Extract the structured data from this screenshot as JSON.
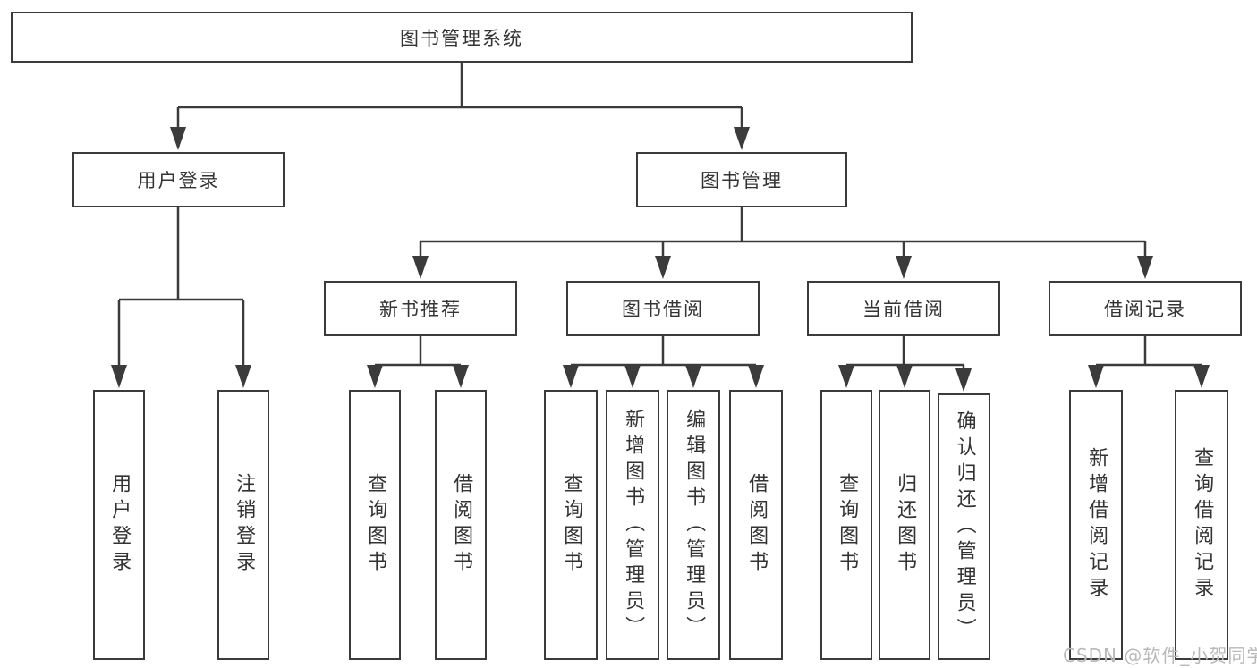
{
  "diagram": {
    "root": "图书管理系统",
    "level2": [
      {
        "label": "用户登录"
      },
      {
        "label": "图书管理"
      }
    ],
    "level3": [
      {
        "label": "新书推荐"
      },
      {
        "label": "图书借阅"
      },
      {
        "label": "当前借阅"
      },
      {
        "label": "借阅记录"
      }
    ],
    "leaves": {
      "user_login": [
        "用户登录",
        "注销登录"
      ],
      "new_book": [
        "查询图书",
        "借阅图书"
      ],
      "book_borrow": [
        "查询图书",
        "新增图书（管理员）",
        "编辑图书（管理员）",
        "借阅图书"
      ],
      "current_borrow": [
        "查询图书",
        "归还图书",
        "确认归还（管理员）"
      ],
      "borrow_record": [
        "新增借阅记录",
        "查询借阅记录"
      ]
    }
  },
  "watermark": "CSDN @软件_小贺同学",
  "colors": {
    "line": "#3b3b3b",
    "text": "#333333",
    "background": "#ffffff",
    "watermark": "#b9b9b9"
  }
}
